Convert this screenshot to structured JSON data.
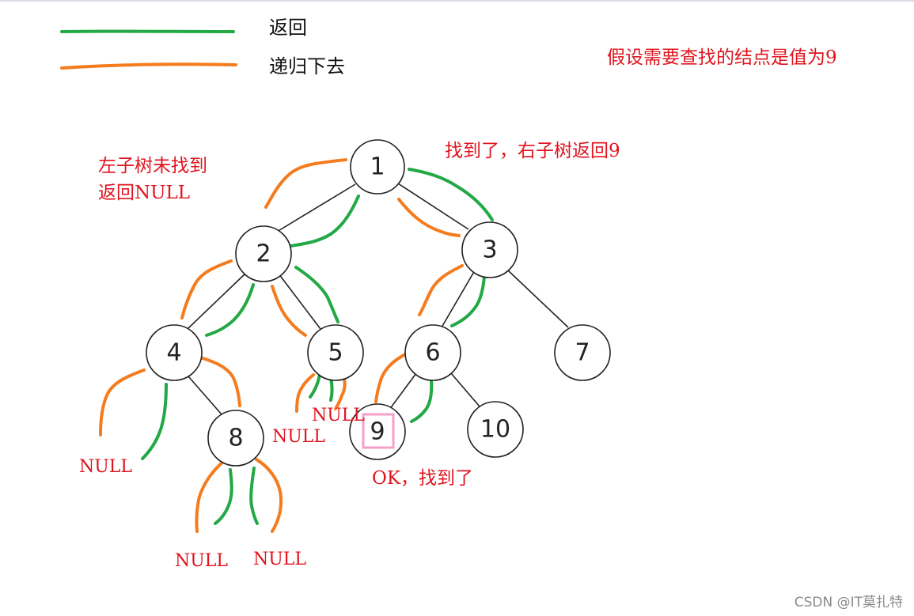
{
  "legend": {
    "return_label": "返回",
    "recurse_label": "递归下去",
    "return_color": "#22a844",
    "recurse_color": "#f47c1e"
  },
  "notes": {
    "assumption": "假设需要查找的结点是值为9",
    "left_not_found_line1": "左子树未找到",
    "left_not_found_line2": "返回NULL",
    "found_right": "找到了，右子树返回9",
    "ok_found": "OK，找到了"
  },
  "tree": {
    "nodes": [
      "1",
      "2",
      "3",
      "4",
      "5",
      "6",
      "7",
      "8",
      "9",
      "10"
    ],
    "target": "9",
    "null_label": "NULL"
  },
  "watermark": "CSDN @IT莫扎特"
}
